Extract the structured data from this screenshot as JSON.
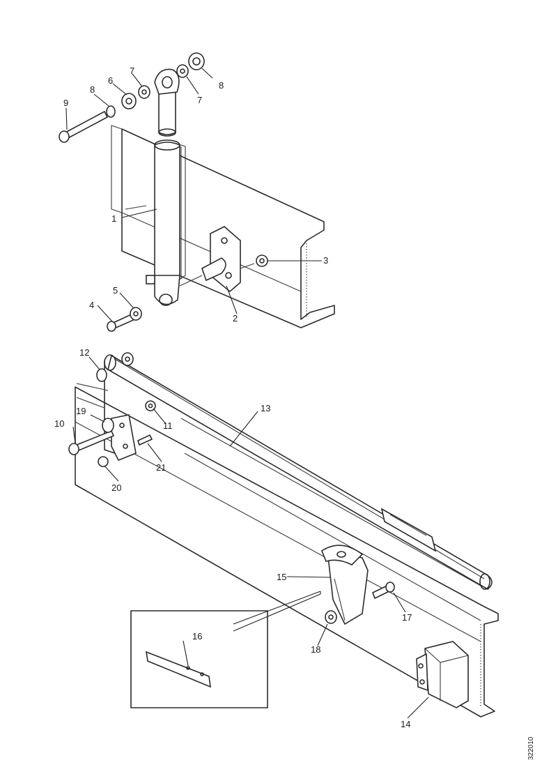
{
  "callouts": {
    "c1": "1",
    "c2": "2",
    "c3": "3",
    "c4": "4",
    "c5": "5",
    "c6": "6",
    "c7a": "7",
    "c7b": "7",
    "c8a": "8",
    "c8b": "8",
    "c9": "9",
    "c10": "10",
    "c11": "11",
    "c12": "12",
    "c13": "13",
    "c14": "14",
    "c15": "15",
    "c16": "16",
    "c17": "17",
    "c18": "18",
    "c19": "19",
    "c20": "20",
    "c21": "21"
  },
  "side_code": "322010"
}
